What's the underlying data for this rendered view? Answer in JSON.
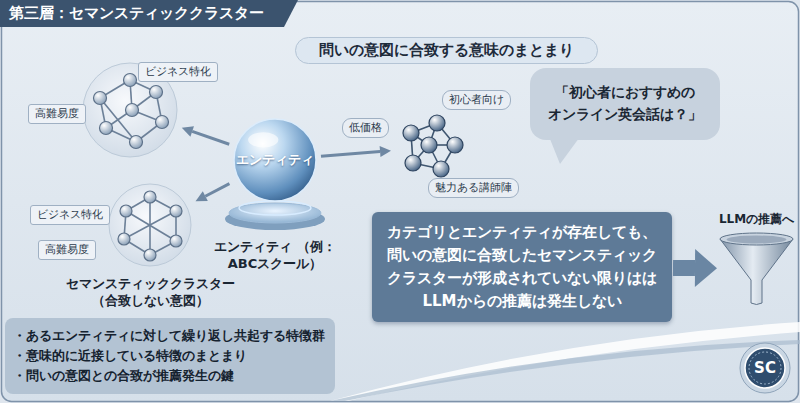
{
  "diagram": {
    "title": "第三層：セマンスティッククラスター",
    "nodes": [
      {
        "text": [
          "問いの意図に合致する意味のまとまり"
        ]
      },
      {
        "text": [
          "ビジネス特化",
          "高難易度"
        ]
      },
      {
        "text": [
          "「初心者におすすめの オンライン英会話は？」"
        ]
      },
      {
        "text": [
          "低価格",
          "初心者向け",
          "魅力ある講師陣"
        ]
      },
      {
        "text": [
          "エンティティ",
          "エンティティ （例：ABCスクール）"
        ]
      },
      {
        "text": [
          "ビジネス特化",
          "高難易度",
          "セマンスティッククラスター （合致しない意図）"
        ]
      },
      {
        "text": [
          "カテゴリとエンティティが存在しても、 問いの意図に合致したセマンスティック クラスターが形成されていない限りはは LLMからの推薦は発生しない"
        ]
      },
      {
        "text": [
          "LLMの推薦へ"
        ]
      },
      {
        "text": [
          "・あるエンティティに対して繰り返し共起する特徴群",
          "・意味的に近接している特徴のまとまり",
          "・問いの意図との合致が推薦発生の鍵"
        ]
      },
      {
        "text": [
          "SC"
        ]
      }
    ],
    "edges": [
      {
        "from": 4,
        "to": 1,
        "arrow": "to"
      },
      {
        "from": 4,
        "to": 5,
        "arrow": "to"
      },
      {
        "from": 4,
        "to": 3,
        "arrow": "to"
      },
      {
        "from": 6,
        "to": 7,
        "arrow": "to"
      }
    ]
  }
}
